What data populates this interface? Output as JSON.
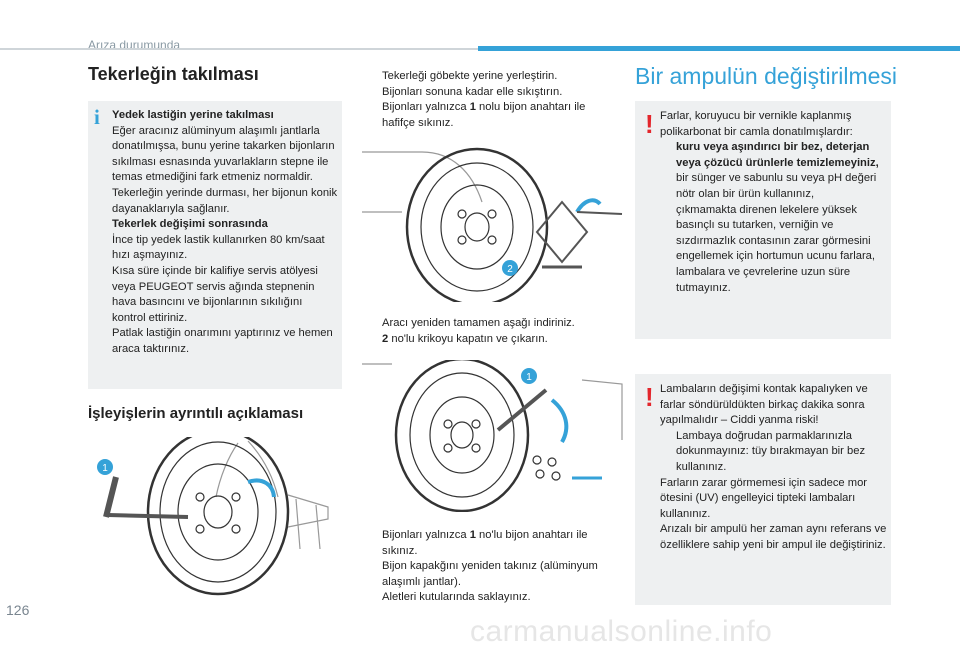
{
  "header": {
    "section": "Arıza durumunda"
  },
  "page_number": "126",
  "watermark": "carmanualsonline.info",
  "left": {
    "title": "Tekerleğin takılması",
    "info_icon": "i",
    "info_paragraphs": [
      {
        "bold": true,
        "text": "Yedek lastiğin yerine takılması"
      },
      {
        "bold": false,
        "text": "Eğer aracınız alüminyum alaşımlı jantlarla donatılmışsa, bunu yerine takarken bijonların sıkılması esnasında yuvarlakların stepne ile temas etmediğini fark etmeniz normaldir. Tekerleğin yerinde durması, her bijonun konik dayanaklarıyla sağlanır."
      },
      {
        "bold": true,
        "text": "Tekerlek değişimi sonrasında"
      },
      {
        "bold": false,
        "text": "İnce tip yedek lastik kullanırken 80 km/saat hızı aşmayınız."
      },
      {
        "bold": false,
        "text": "Kısa süre içinde bir kalifiye servis atölyesi veya PEUGEOT servis ağında stepnenin hava basıncını ve bijonlarının sıkılığını kontrol ettiriniz."
      },
      {
        "bold": false,
        "text": "Patlak lastiğin onarımını yaptırınız ve hemen araca taktırınız."
      }
    ],
    "subtitle": "İşleyişlerin ayrıntılı açıklaması",
    "figure_callout": "1"
  },
  "middle": {
    "bullet_marker": "",
    "list1": [
      {
        "pre": "",
        "num": "",
        "post": "Tekerleği göbekte yerine yerleştirin."
      },
      {
        "pre": "",
        "num": "",
        "post": "Bijonları sonuna kadar elle sıkıştırın."
      },
      {
        "pre": "Bijonları yalnızca ",
        "num": "1",
        "post": " nolu bijon anahtarı ile hafifçe sıkınız."
      }
    ],
    "figure1_callout": "2",
    "list2": [
      {
        "pre": "",
        "num": "",
        "post": "Aracı yeniden tamamen aşağı indiriniz."
      },
      {
        "pre": "",
        "num": "2",
        "post": " no'lu krikoyu kapatın ve çıkarın."
      }
    ],
    "figure2_callout": "1",
    "list3": [
      {
        "pre": "Bijonları yalnızca ",
        "num": "1",
        "post": " no'lu bijon anahtarı ile sıkınız."
      },
      {
        "pre": "",
        "num": "",
        "post": "Bijon kapakğını yeniden takınız (alüminyum alaşımlı jantlar)."
      },
      {
        "pre": "",
        "num": "",
        "post": "Aletleri kutularında saklayınız."
      }
    ]
  },
  "right": {
    "title": "Bir ampulün değiştirilmesi",
    "warn_icon": "!",
    "warning1": {
      "intro": "Farlar, koruyucu bir vernikle kaplanmış polikarbonat bir camla donatılmışlardır:",
      "bullets": [
        {
          "bold": true,
          "text": "kuru veya aşındırıcı bir bez, deterjan veya çözücü ürünlerle temizlemeyiniz,"
        },
        {
          "bold": false,
          "text": "bir sünger ve sabunlu su veya pH değeri nötr olan bir ürün kullanınız,"
        },
        {
          "bold": false,
          "text": "çıkmamakta direnen lekelere yüksek basınçlı su tutarken, verniğin ve sızdırmazlık contasının zarar görmesini engellemek için hortumun ucunu farlara, lambalara ve çevrelerine uzun süre tutmayınız."
        }
      ]
    },
    "warning2": {
      "intro": "Lambaların değişimi kontak kapalıyken ve farlar söndürüldükten birkaç dakika sonra yapılmalıdır – Ciddi yanma riski!",
      "bullets": [
        {
          "bold": false,
          "text": "Lambaya doğrudan parmaklarınızla dokunmayınız: tüy bırakmayan bir bez kullanınız."
        }
      ],
      "outro": [
        "Farların zarar görmemesi için sadece mor ötesini (UV) engelleyici tipteki lambaları kullanınız.",
        "Arızalı bir ampulü her zaman aynı referans ve özelliklere sahip yeni bir ampul ile değiştiriniz."
      ]
    }
  },
  "colors": {
    "accent": "#35a2d8",
    "warning": "#e3262c",
    "box_bg": "#eef0f1"
  }
}
